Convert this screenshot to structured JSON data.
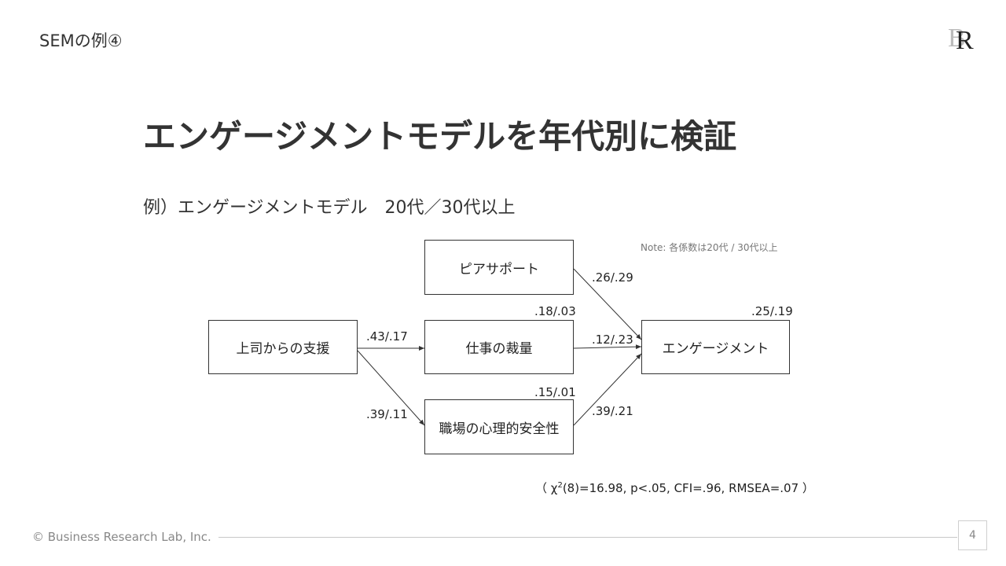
{
  "header": {
    "section_title": "SEMの例④",
    "logo_text": "BR"
  },
  "title": "エンゲージメントモデルを年代別に検証",
  "subtitle": "例）エンゲージメントモデル　20代／30代以上",
  "note": "Note: 各係数は20代 / 30代以上",
  "diagram": {
    "nodes": {
      "boss_support": "上司からの支援",
      "peer_support": "ピアサポート",
      "workload": "仕事の裁量",
      "psych_safety": "職場の心理的安全性",
      "engagement": "エンゲージメント"
    },
    "r2": {
      "workload": ".18/.03",
      "psych_safety": ".15/.01",
      "engagement": ".25/.19"
    },
    "paths": {
      "boss_to_workload": ".43/.17",
      "boss_to_psych": ".39/.11",
      "peer_to_engagement": ".26/.29",
      "workload_to_engagement": ".12/.23",
      "psych_to_engagement": ".39/.21"
    },
    "fit": {
      "open": "（ χ",
      "sup": "2",
      "rest": "(8)=16.98, p<.05, CFI=.96, RMSEA=.07 ）"
    }
  },
  "footer": {
    "copyright": "© Business Research Lab, Inc.",
    "page_number": "4"
  }
}
